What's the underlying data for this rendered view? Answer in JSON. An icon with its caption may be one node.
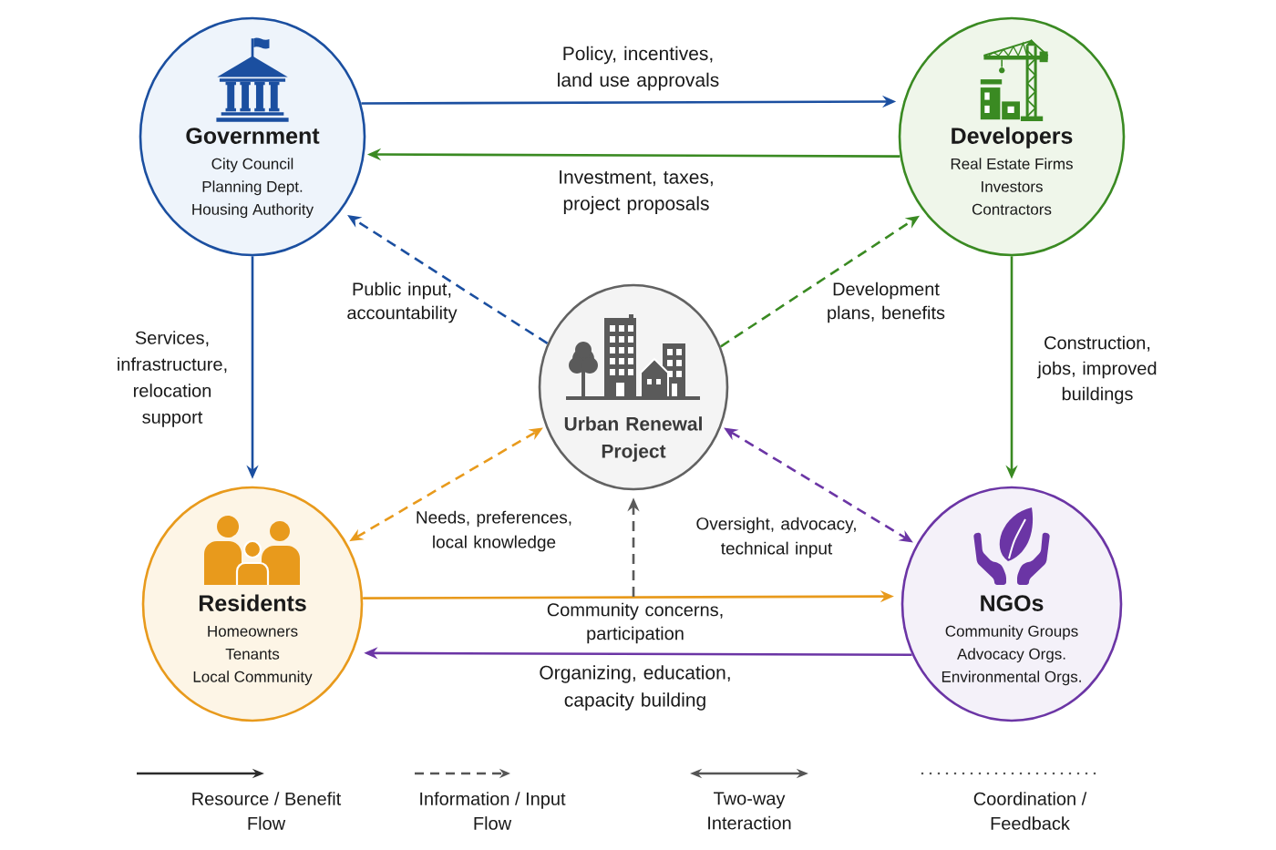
{
  "diagram": {
    "nodes": [
      {
        "text": [
          "Government",
          "City Council",
          "Planning Dept.",
          "Housing Authority"
        ]
      },
      {
        "text": [
          "Developers",
          "Real Estate Firms",
          "Investors",
          "Contractors"
        ]
      },
      {
        "text": [
          "Urban Renewal Project"
        ]
      },
      {
        "text": [
          "Residents",
          "Homeowners",
          "Tenants",
          "Local Community"
        ]
      },
      {
        "text": [
          "NGOs",
          "Community Groups",
          "Advocacy Orgs.",
          "Environmental Orgs."
        ]
      }
    ],
    "edges": [
      {
        "from": 0,
        "to": 1,
        "arrow": "to",
        "label": "Policy, incentives, land use approvals",
        "color": "#1b4fa0"
      },
      {
        "from": 1,
        "to": 0,
        "arrow": "to",
        "label": "Investment, taxes, project proposals",
        "color": "#3a8a22"
      },
      {
        "from": 2,
        "to": 0,
        "arrow": "to",
        "label": "Public input, accountability",
        "style": "dashed",
        "color": "#1b4fa0"
      },
      {
        "from": 2,
        "to": 1,
        "arrow": "to",
        "label": "Development plans, benefits",
        "style": "dashed",
        "color": "#3a8a22"
      },
      {
        "from": 0,
        "to": 3,
        "arrow": "to",
        "label": "Services, infrastructure, relocation support",
        "color": "#1b4fa0"
      },
      {
        "from": 1,
        "to": 4,
        "arrow": "to",
        "label": "Construction, jobs, improved buildings",
        "color": "#3a8a22"
      },
      {
        "from": 3,
        "to": 2,
        "arrow": "both",
        "label": "Needs, preferences, local knowledge",
        "style": "dashed",
        "color": "#e89a1c"
      },
      {
        "from": 2,
        "to": 4,
        "arrow": "both",
        "label": "Oversight, advocacy, technical input",
        "style": "dashed",
        "color": "#6b35a5"
      },
      {
        "from": 3,
        "to": 4,
        "arrow": "to",
        "label": "Community concerns, participation",
        "color": "#e89a1c"
      },
      {
        "from": null,
        "to": 2,
        "arrow": "to",
        "style": "dashed",
        "color": "#5a5a5a"
      },
      {
        "from": 4,
        "to": 3,
        "arrow": "to",
        "label": "Organizing, education, capacity building",
        "color": "#6b35a5"
      }
    ],
    "legend": [
      {
        "text": "Resource / Benefit Flow"
      },
      {
        "text": "Information / Input Flow"
      },
      {
        "text": "Two-way Interaction"
      },
      {
        "text": "Coordination / Feedback"
      }
    ]
  }
}
